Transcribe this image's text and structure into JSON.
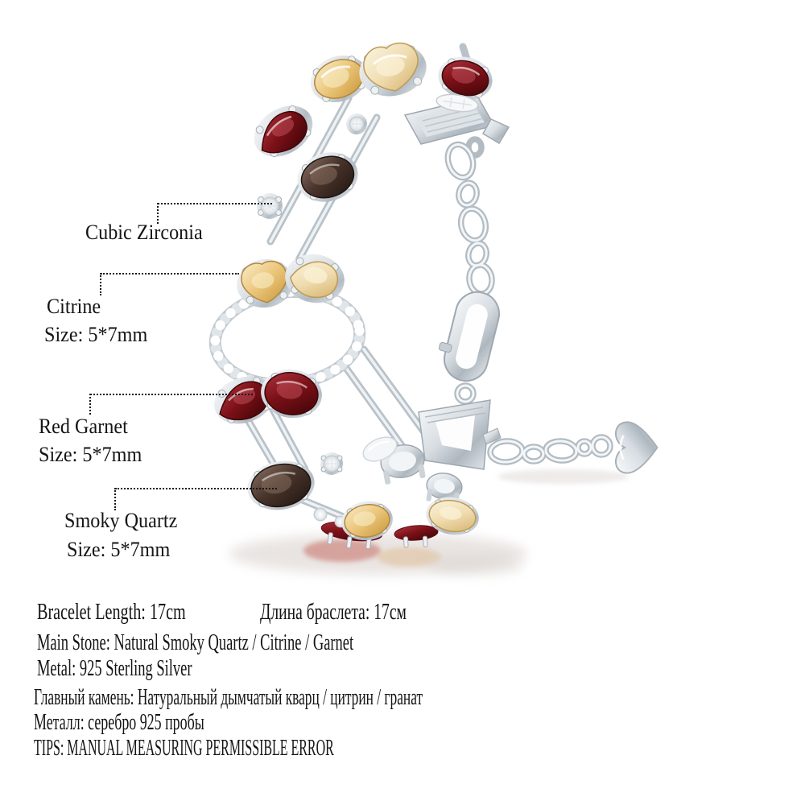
{
  "colors": {
    "text": "#1b1b1b",
    "silver_light": "#f4f6f8",
    "silver_mid": "#cdd4da",
    "silver_dark": "#9aa3ab",
    "citrine": "#e9c27a",
    "citrine_pale": "#f2ddb4",
    "garnet": "#7a1218",
    "smoky_quartz": "#3f2d26",
    "cubic_zirconia": "#eef1f3"
  },
  "callouts": [
    {
      "id": "cubic-zirconia",
      "label": "Cubic Zirconia",
      "size": ""
    },
    {
      "id": "citrine",
      "label": "Citrine",
      "size": "Size: 5*7mm"
    },
    {
      "id": "red-garnet",
      "label": "Red Garnet",
      "size": "Size: 5*7mm"
    },
    {
      "id": "smoky-quartz",
      "label": "Smoky Quartz",
      "size": "Size: 5*7mm"
    }
  ],
  "specs": {
    "length_en": "Bracelet Length: 17cm",
    "length_ru": "Длина браслета: 17см",
    "main_stone_en": "Main Stone: Natural Smoky Quartz / Citrine / Garnet",
    "metal_en": "Metal: 925 Sterling Silver",
    "main_stone_ru": "Главный камень: Натуральный дымчатый кварц / цитрин / гранат",
    "metal_ru": "Металл: серебро 925 пробы",
    "tips": "TIPS: MANUAL MEASURING PERMISSIBLE ERROR"
  }
}
